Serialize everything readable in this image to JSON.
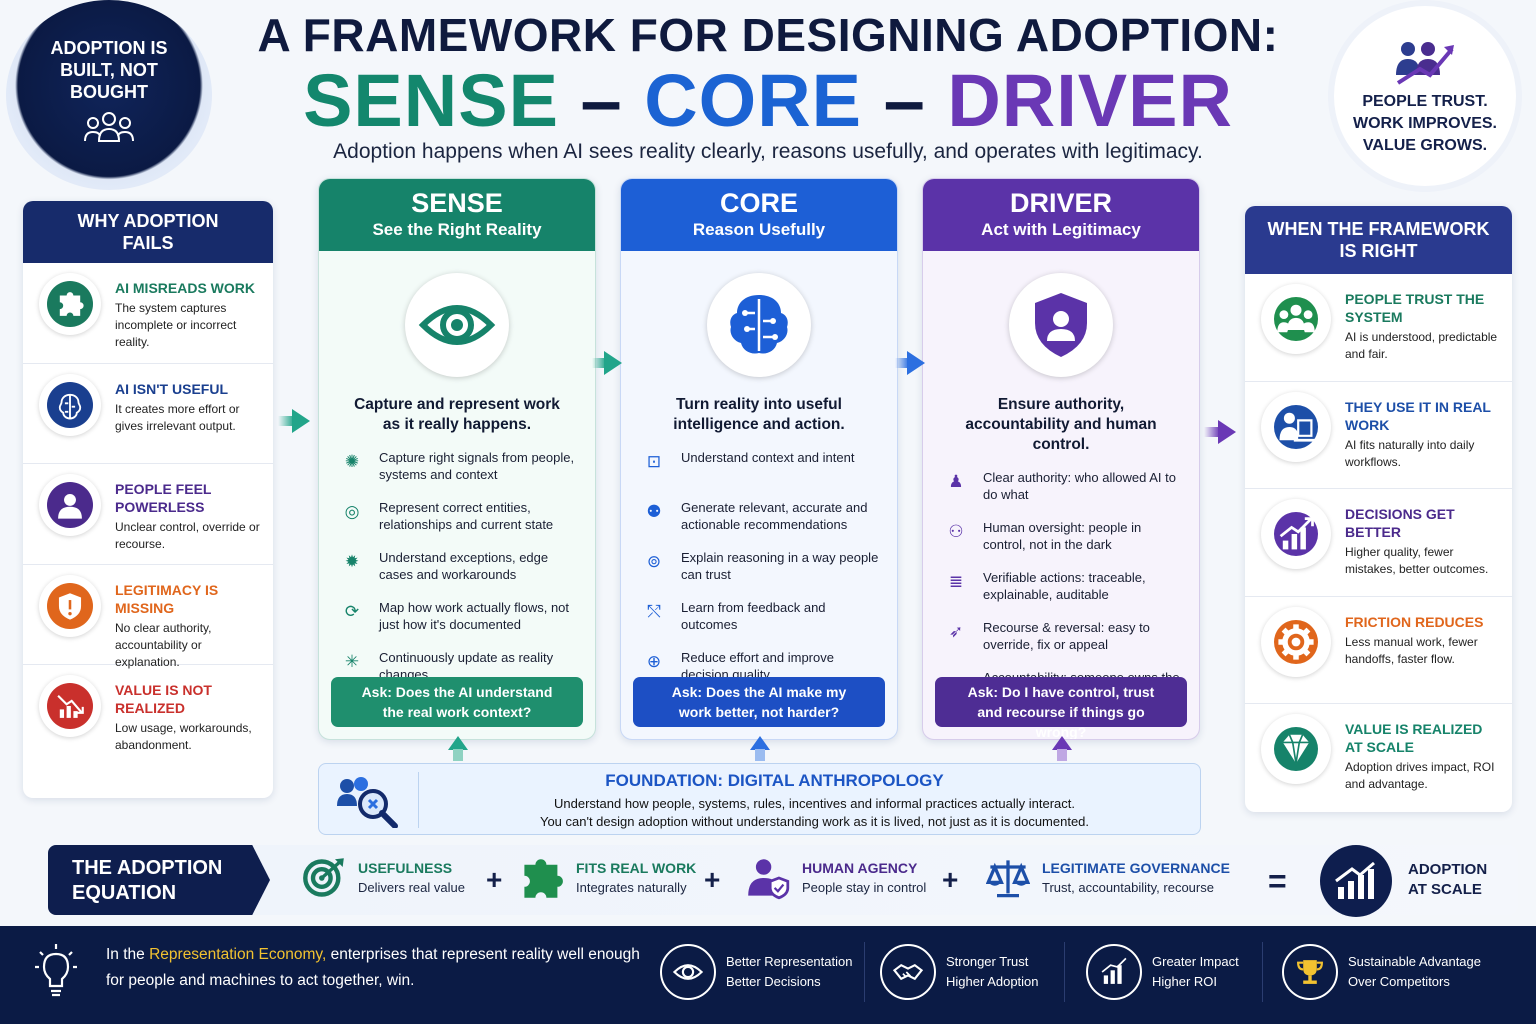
{
  "header": {
    "badge_left": "ADOPTION IS BUILT, NOT BOUGHT",
    "title_line1": "A FRAMEWORK FOR DESIGNING ADOPTION:",
    "title_sense": "SENSE",
    "title_dash1": "–",
    "title_core": "CORE",
    "title_dash2": "–",
    "title_driver": "DRIVER",
    "subtitle": "Adoption happens when AI sees reality clearly, reasons usefully, and operates with legitimacy.",
    "badge_right": "PEOPLE TRUST. WORK IMPROVES. VALUE GROWS."
  },
  "why_fails": {
    "title": "WHY ADOPTION FAILS",
    "items": [
      {
        "title": "AI MISREADS WORK",
        "desc": "The system captures incomplete or incorrect reality.",
        "icon": "puzzle-icon",
        "color": "#1a7a5e"
      },
      {
        "title": "AI ISN'T USEFUL",
        "desc": "It creates more effort or gives irrelevant output.",
        "icon": "brain-icon",
        "color": "#1a3f8f"
      },
      {
        "title": "PEOPLE FEEL POWERLESS",
        "desc": "Unclear control, override or recourse.",
        "icon": "person-icon",
        "color": "#4b2a8c"
      },
      {
        "title": "LEGITIMACY IS MISSING",
        "desc": "No clear authority, accountability or explanation.",
        "icon": "shield-alert-icon",
        "color": "#e0661c"
      },
      {
        "title": "VALUE IS NOT REALIZED",
        "desc": "Low usage, workarounds, abandonment.",
        "icon": "chart-down-icon",
        "color": "#c9302c"
      }
    ]
  },
  "columns": [
    {
      "name": "SENSE",
      "sub": "See the Right Reality",
      "color": "#16836a",
      "lead": "Capture and represent work as it really happens.",
      "icon": "eye-icon",
      "items": [
        "Capture right signals from people, systems and context",
        "Represent correct entities, relationships and current state",
        "Understand exceptions, edge cases and workarounds",
        "Map how work actually flows, not just how it's documented",
        "Continuously update as reality changes"
      ],
      "ask": "Ask: Does the AI understand the real work context?"
    },
    {
      "name": "CORE",
      "sub": "Reason Usefully",
      "color": "#1d5fd6",
      "lead": "Turn reality into useful intelligence and action.",
      "icon": "brain-circuit-icon",
      "items": [
        "Understand context and intent",
        "Generate relevant, accurate and actionable recommendations",
        "Explain reasoning in a way people can trust",
        "Learn from feedback and outcomes",
        "Reduce effort and improve decision quality"
      ],
      "ask": "Ask: Does the AI make my work better, not harder?"
    },
    {
      "name": "DRIVER",
      "sub": "Act with Legitimacy",
      "color": "#5b33a8",
      "lead": "Ensure authority, accountability and human control.",
      "icon": "shield-person-icon",
      "items": [
        "Clear authority: who allowed AI to do what",
        "Human oversight: people in control, not in the dark",
        "Verifiable actions: traceable, explainable, auditable",
        "Recourse & reversal: easy to override, fix or appeal",
        "Accountability: someone owns the outcome"
      ],
      "ask": "Ask: Do I have control, trust and recourse if things go wrong?"
    }
  ],
  "framework_right": {
    "title": "WHEN THE FRAMEWORK IS RIGHT",
    "items": [
      {
        "title": "PEOPLE TRUST THE SYSTEM",
        "desc": "AI is understood, predictable and fair.",
        "icon": "people-icon",
        "color": "#1f8f4e"
      },
      {
        "title": "THEY USE IT IN REAL WORK",
        "desc": "AI fits naturally into daily workflows.",
        "icon": "laptop-user-icon",
        "color": "#1d4fa8"
      },
      {
        "title": "DECISIONS GET BETTER",
        "desc": "Higher quality, fewer mistakes, better outcomes.",
        "icon": "chart-up-icon",
        "color": "#5b33a8"
      },
      {
        "title": "FRICTION REDUCES",
        "desc": "Less manual work, fewer handoffs, faster flow.",
        "icon": "gear-icon",
        "color": "#e0661c"
      },
      {
        "title": "VALUE IS REALIZED AT SCALE",
        "desc": "Adoption drives impact, ROI and advantage.",
        "icon": "diamond-icon",
        "color": "#16836a"
      }
    ]
  },
  "foundation": {
    "title": "FOUNDATION: DIGITAL ANTHROPOLOGY",
    "line1": "Understand how people, systems, rules, incentives and informal practices actually interact.",
    "line2": "You can't design adoption without understanding work as it is lived, not just as it is documented."
  },
  "equation": {
    "label": "THE ADOPTION EQUATION",
    "items": [
      {
        "title": "USEFULNESS",
        "desc": "Delivers real value",
        "icon": "target-icon"
      },
      {
        "title": "FITS REAL WORK",
        "desc": "Integrates naturally",
        "icon": "puzzle-icon"
      },
      {
        "title": "HUMAN AGENCY",
        "desc": "People stay in control",
        "icon": "person-shield-icon"
      },
      {
        "title": "LEGITIMATE GOVERNANCE",
        "desc": "Trust, accountability, recourse",
        "icon": "scales-icon"
      }
    ],
    "plus": "+",
    "equals": "=",
    "result": "ADOPTION AT SCALE"
  },
  "footer": {
    "text_pre": "In the ",
    "text_highlight": "Representation Economy,",
    "text_post": " enterprises that represent reality well enough for people and machines to act together, win.",
    "items": [
      {
        "l1": "Better Representation",
        "l2": "Better Decisions",
        "icon": "eye-icon"
      },
      {
        "l1": "Stronger Trust",
        "l2": "Higher Adoption",
        "icon": "handshake-icon"
      },
      {
        "l1": "Greater Impact",
        "l2": "Higher ROI",
        "icon": "bar-chart-icon"
      },
      {
        "l1": "Sustainable Advantage",
        "l2": "Over Competitors",
        "icon": "trophy-icon"
      }
    ]
  },
  "colors": {
    "sense": "#16836a",
    "core": "#1d5fd6",
    "driver": "#5b33a8",
    "navy": "#0e1e4e",
    "highlight": "#f2c230"
  }
}
